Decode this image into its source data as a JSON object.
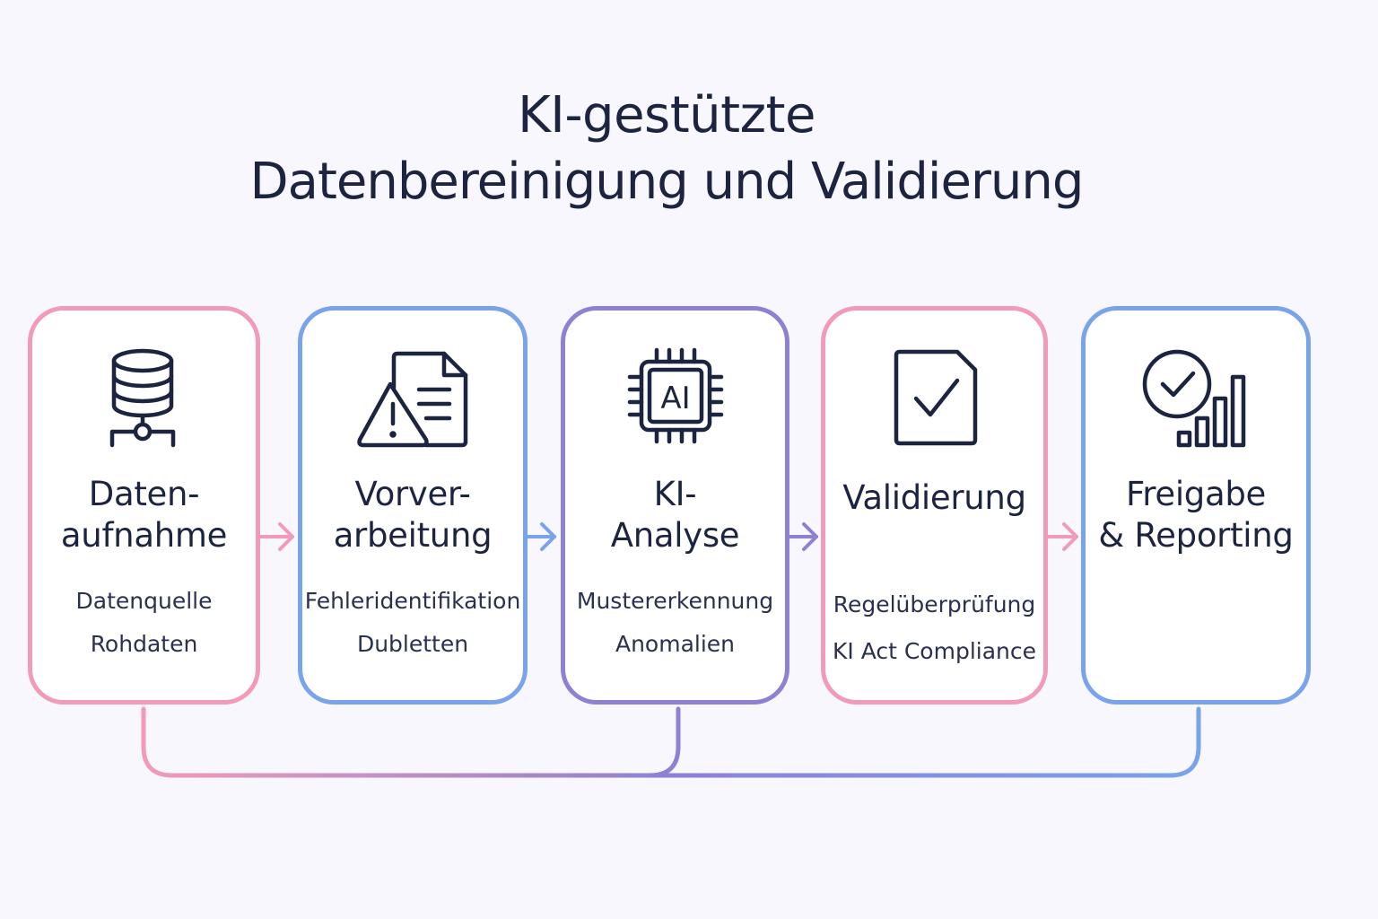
{
  "title": {
    "line1": "KI-gestützte",
    "line2": "Datenbereinigung und Validierung"
  },
  "colors": {
    "pink": "#f19bb9",
    "blue": "#79a3ea",
    "purple": "#8d81d4",
    "text": "#1c2440",
    "background": "#f8f7fd"
  },
  "steps": [
    {
      "icon": "database-icon",
      "label_line1": "Daten-",
      "label_line2": "aufnahme",
      "details": [
        "Datenquelle",
        "Rohdaten"
      ],
      "color": "pink"
    },
    {
      "icon": "warning-document-icon",
      "label_line1": "Vorver-",
      "label_line2": "arbeitung",
      "details": [
        "Fehleridentifikation",
        "Dubletten"
      ],
      "color": "blue"
    },
    {
      "icon": "ai-chip-icon",
      "icon_text": "AI",
      "label_line1": "KI-",
      "label_line2": "Analyse",
      "details": [
        "Mustererkennung",
        "Anomalien"
      ],
      "color": "purple"
    },
    {
      "icon": "checked-document-icon",
      "label_line1": "Validierung",
      "details": [
        "Regelüberprüfung",
        "KI Act Compliance"
      ],
      "color": "pink"
    },
    {
      "icon": "check-chart-icon",
      "label_line1": "Freigabe",
      "label_line2": "& Reporting",
      "details": [],
      "color": "blue"
    }
  ]
}
